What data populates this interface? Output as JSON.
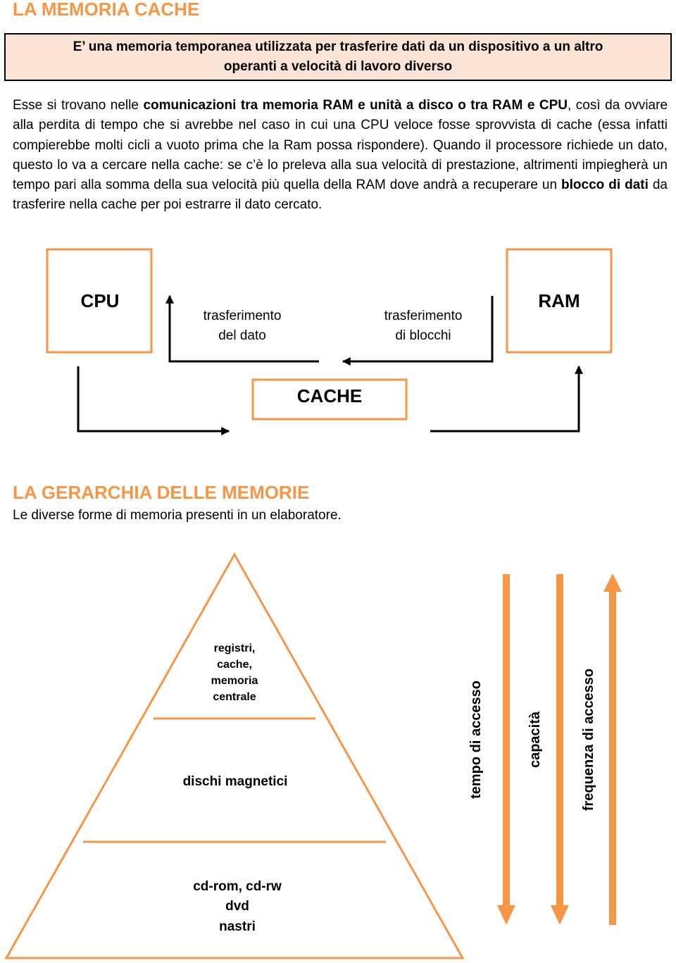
{
  "sections": {
    "cache_title": "LA MEMORIA CACHE",
    "hierarchy_title": "LA GERARCHIA DELLE MEMORIE"
  },
  "definition": {
    "line1": "E’ una memoria temporanea utilizzata per trasferire dati da un dispositivo a un altro",
    "line2": "operanti a velocità di lavoro diverso"
  },
  "paragraph": {
    "p1": "Esse si trovano nelle ",
    "p2_bold": "comunicazioni tra memoria RAM e unità a disco o tra RAM e CPU",
    "p3": ", così da ovviare alla perdita di tempo che si avrebbe nel caso in cui una CPU veloce fosse sprovvista di cache (essa infatti compierebbe molti cicli a vuoto prima che la Ram possa rispondere). Quando il processore richiede un dato, questo lo va a cercare nella cache: se c’è lo preleva alla sua velocità di prestazione, altrimenti impiegherà un tempo pari alla somma della sua velocità più quella della RAM dove andrà a recuperare un ",
    "p4_bold": "blocco di dati",
    "p5": " da trasferire nella cache per poi estrarre il dato cercato."
  },
  "cache_diagram": {
    "cpu": "CPU",
    "ram": "RAM",
    "cache": "CACHE",
    "transfer_data_line1": "trasferimento",
    "transfer_data_line2": "del dato",
    "transfer_blocks_line1": "trasferimento",
    "transfer_blocks_line2": "di blocchi"
  },
  "hierarchy": {
    "subtitle": "Le diverse forme di memoria presenti in un elaboratore.",
    "level1": [
      "registri,",
      "cache,",
      "memoria",
      "centrale"
    ],
    "level2": "dischi magnetici",
    "level3": [
      "cd-rom, cd-rw",
      "dvd",
      "nastri"
    ],
    "arrows": {
      "access_time": "tempo di accesso",
      "capacity": "capacità",
      "access_frequency": "frequenza di accesso"
    }
  },
  "colors": {
    "accent": "#f79646",
    "definition_bg": "#fbe4d5",
    "text": "#000000"
  }
}
